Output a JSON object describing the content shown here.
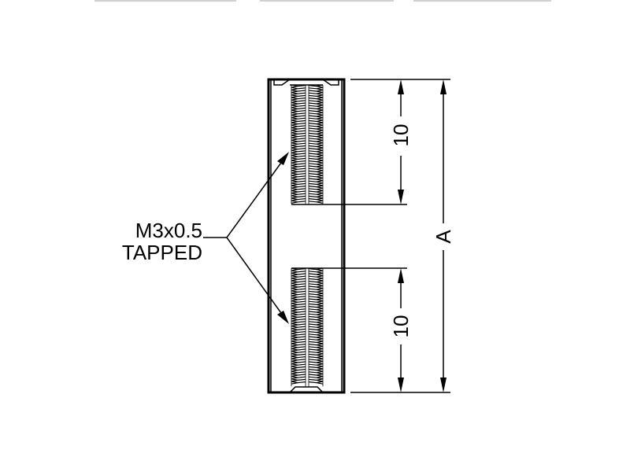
{
  "drawing": {
    "callout_line1": "M3x0.5",
    "callout_line2": "TAPPED",
    "dim_upper_thread": "10",
    "dim_lower_thread": "10",
    "dim_overall": "A",
    "line_color": "#000000",
    "background_color": "#ffffff"
  }
}
